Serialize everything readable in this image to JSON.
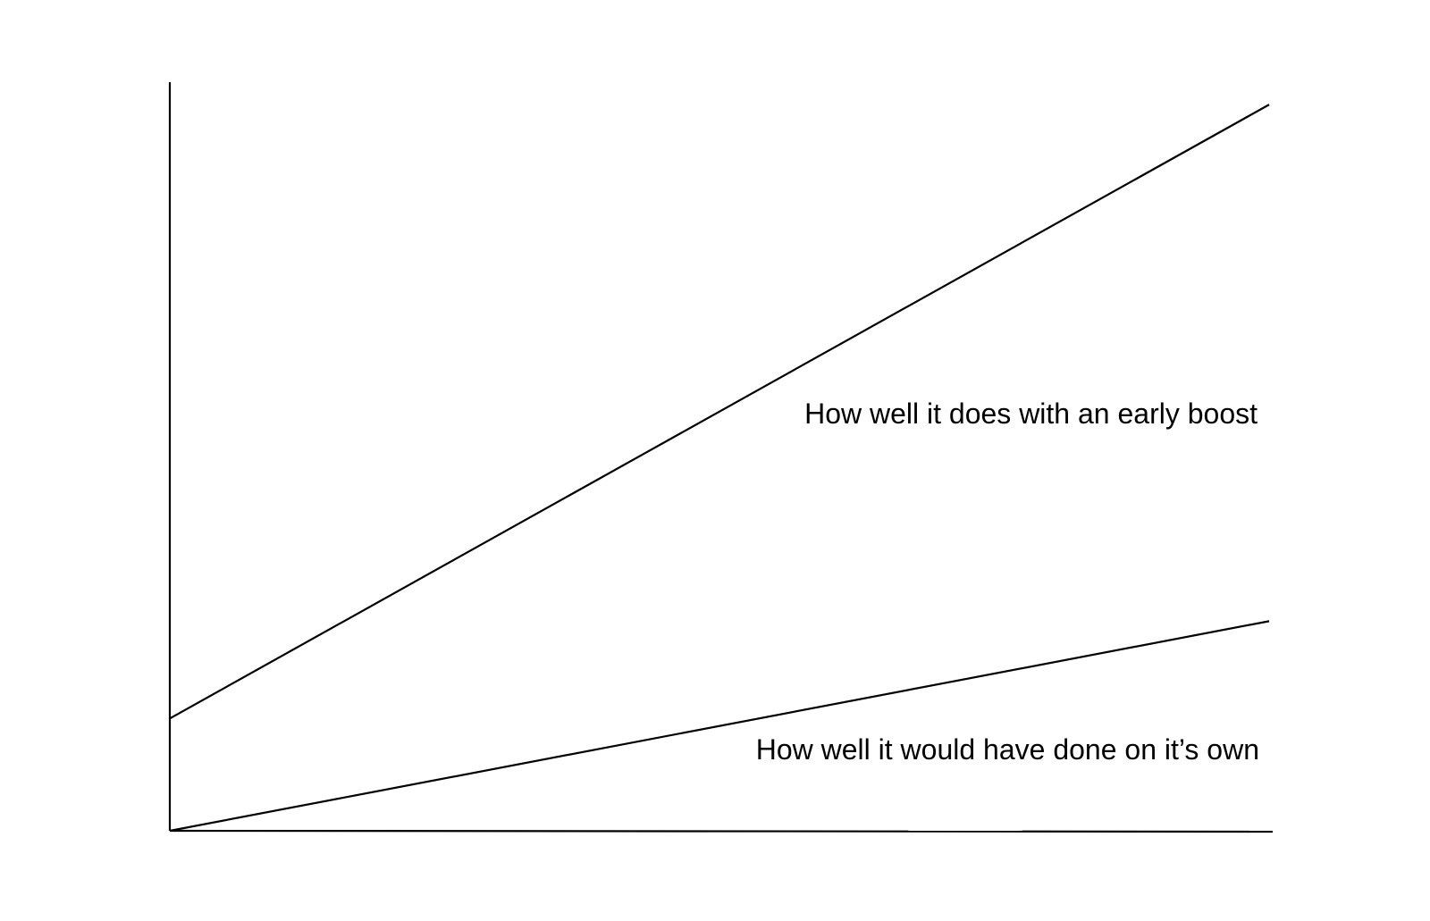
{
  "chart_data": {
    "type": "line",
    "title": "",
    "xlabel": "",
    "ylabel": "",
    "xlim": [
      0,
      1
    ],
    "ylim": [
      0,
      1
    ],
    "grid": false,
    "series": [
      {
        "name": "How well it does with an early boost",
        "x": [
          0,
          1
        ],
        "y": [
          0.15,
          0.97
        ]
      },
      {
        "name": "How well it would have done on it’s own",
        "x": [
          0,
          1
        ],
        "y": [
          0,
          0.28
        ]
      }
    ],
    "colors": {
      "line": "#000000",
      "text": "#000000",
      "background": "#ffffff"
    }
  }
}
